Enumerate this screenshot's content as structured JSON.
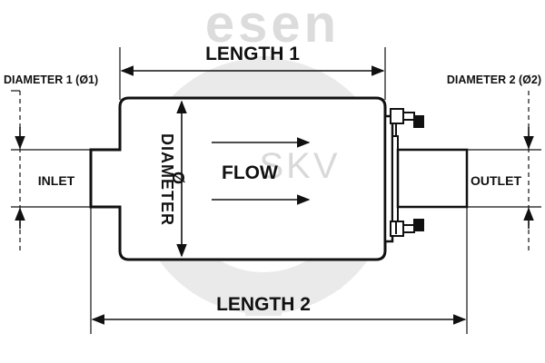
{
  "watermark": {
    "logo_text": "esen",
    "overlay_text": "SKV",
    "logo_color": "#e0e0e0",
    "gear_color": "#e6e6e6"
  },
  "labels": {
    "length1": "LENGTH 1",
    "length2": "LENGTH 2",
    "diameter1": "DIAMETER 1 (Ø1)",
    "diameter2": "DIAMETER 2 (Ø2)",
    "inlet": "INLET",
    "outlet": "OUTLET",
    "flow": "FLOW",
    "diameter_word": "DIAMETER",
    "diameter_symbol": "Ø"
  },
  "icons": [
    "flow-arrow-icon",
    "terminal-stud-icon"
  ]
}
